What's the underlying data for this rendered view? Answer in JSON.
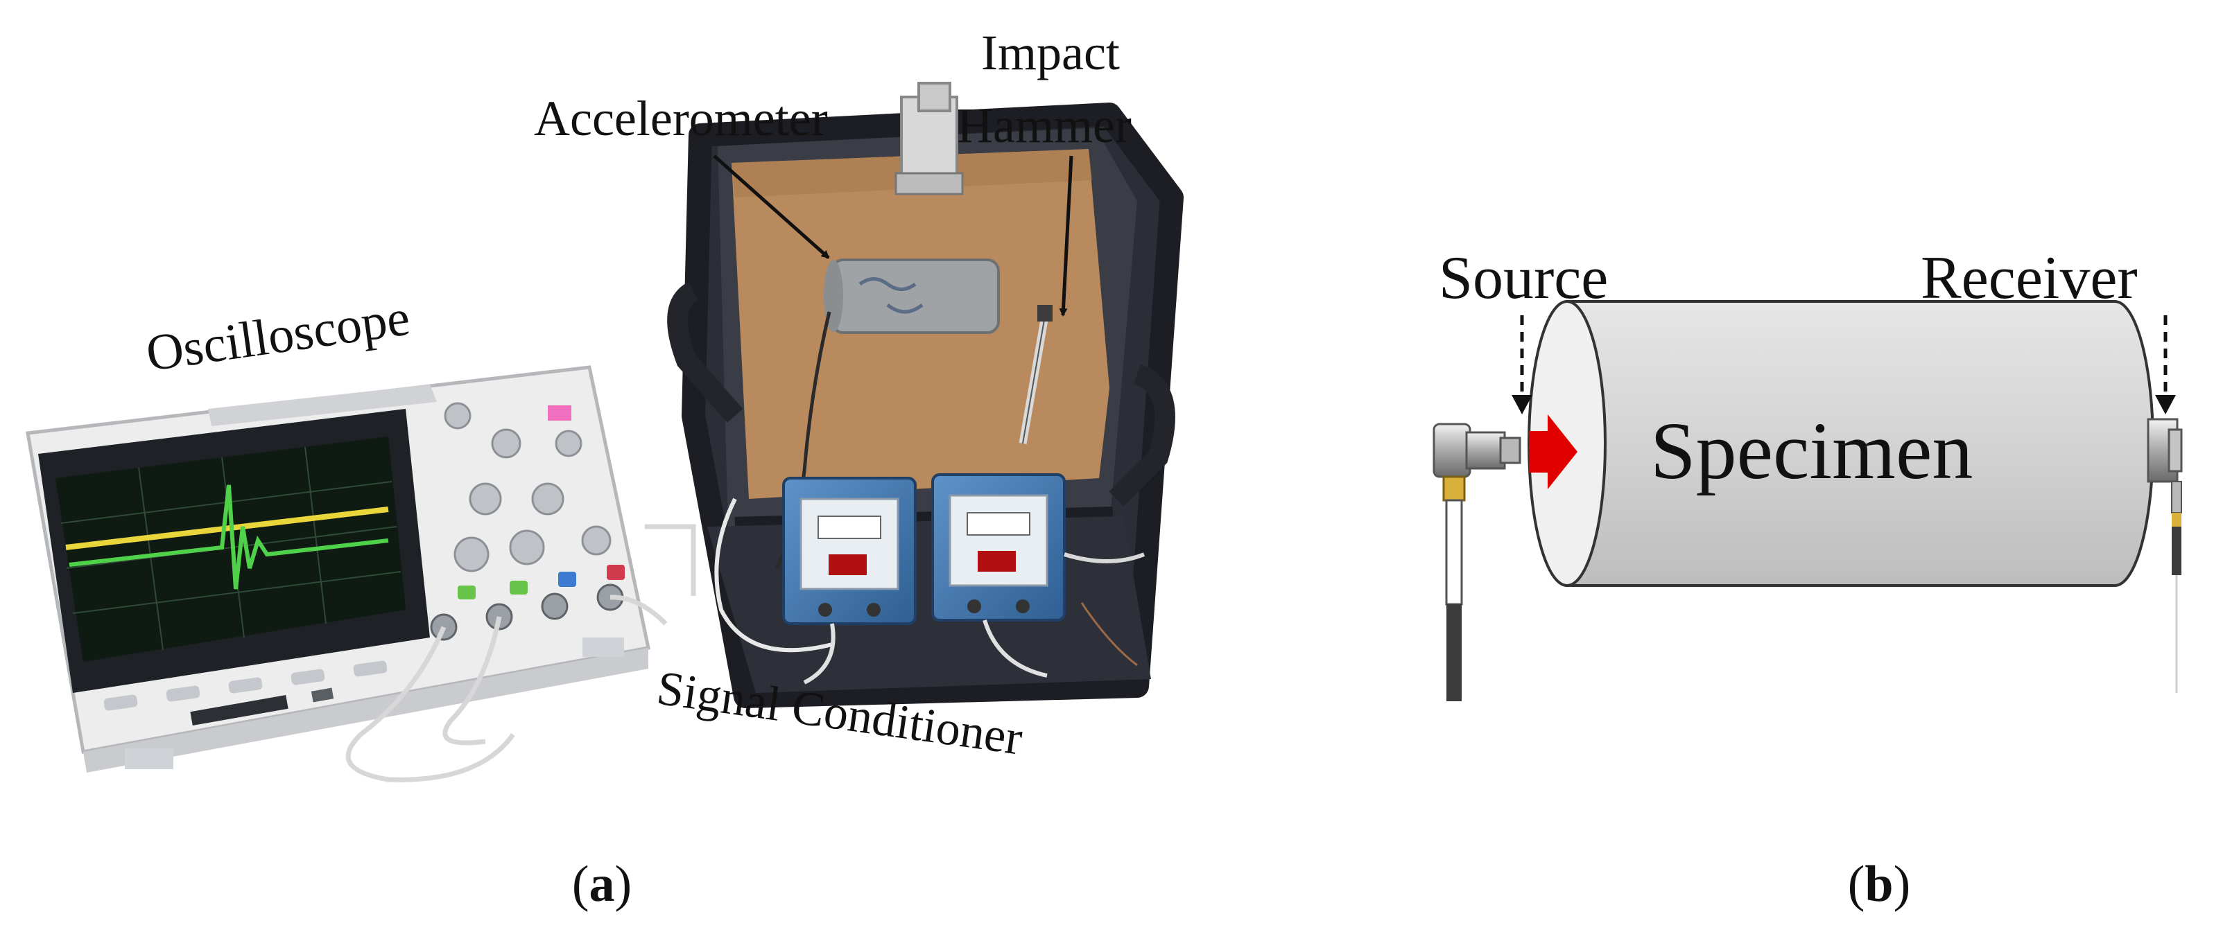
{
  "panel_a": {
    "caption_open": "(",
    "caption_letter": "a",
    "caption_close": ")",
    "labels": {
      "oscilloscope": "Oscilloscope",
      "accelerometer": "Accelerometer",
      "impact_line1": "Impact",
      "impact_line2": "Hammer",
      "signal_conditioner": "Signal Conditioner"
    },
    "colors": {
      "trace_yellow": "#e8d63a",
      "trace_green": "#4fd14a",
      "cardboard": "#b98a5e"
    }
  },
  "panel_b": {
    "caption_open": "(",
    "caption_letter": "b",
    "caption_close": ")",
    "labels": {
      "source": "Source",
      "receiver": "Receiver",
      "specimen": "Specimen"
    },
    "colors": {
      "specimen_fill": "#d9d9d9",
      "arrow": "#e00000"
    }
  }
}
